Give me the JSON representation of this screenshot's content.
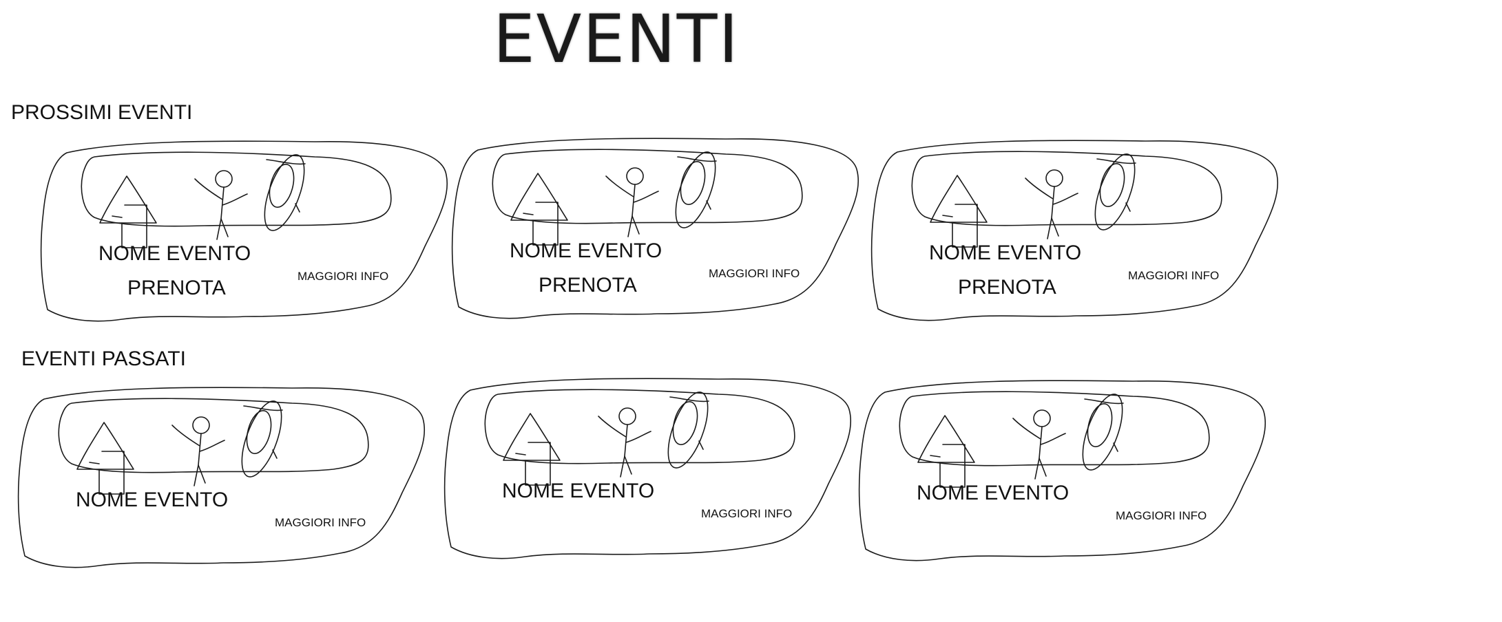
{
  "page": {
    "title": "EVENTI"
  },
  "upcoming": {
    "heading": "PROSSIMI EVENTI",
    "cards": [
      {
        "name": "NOME EVENTO",
        "book_label": "PRENOTA",
        "info_label": "MAGGIORI INFO"
      },
      {
        "name": "NOME EVENTO",
        "book_label": "PRENOTA",
        "info_label": "MAGGIORI INFO"
      },
      {
        "name": "NOME EVENTO",
        "book_label": "PRENOTA",
        "info_label": "MAGGIORI INFO"
      }
    ]
  },
  "past": {
    "heading": "EVENTI PASSATI",
    "cards": [
      {
        "name": "NOME EVENTO",
        "info_label": "MAGGIORI INFO"
      },
      {
        "name": "NOME EVENTO",
        "info_label": "MAGGIORI INFO"
      },
      {
        "name": "NOME EVENTO",
        "info_label": "MAGGIORI INFO"
      }
    ]
  },
  "colors": {
    "ink": "#1a1a1a",
    "background": "#ffffff"
  }
}
